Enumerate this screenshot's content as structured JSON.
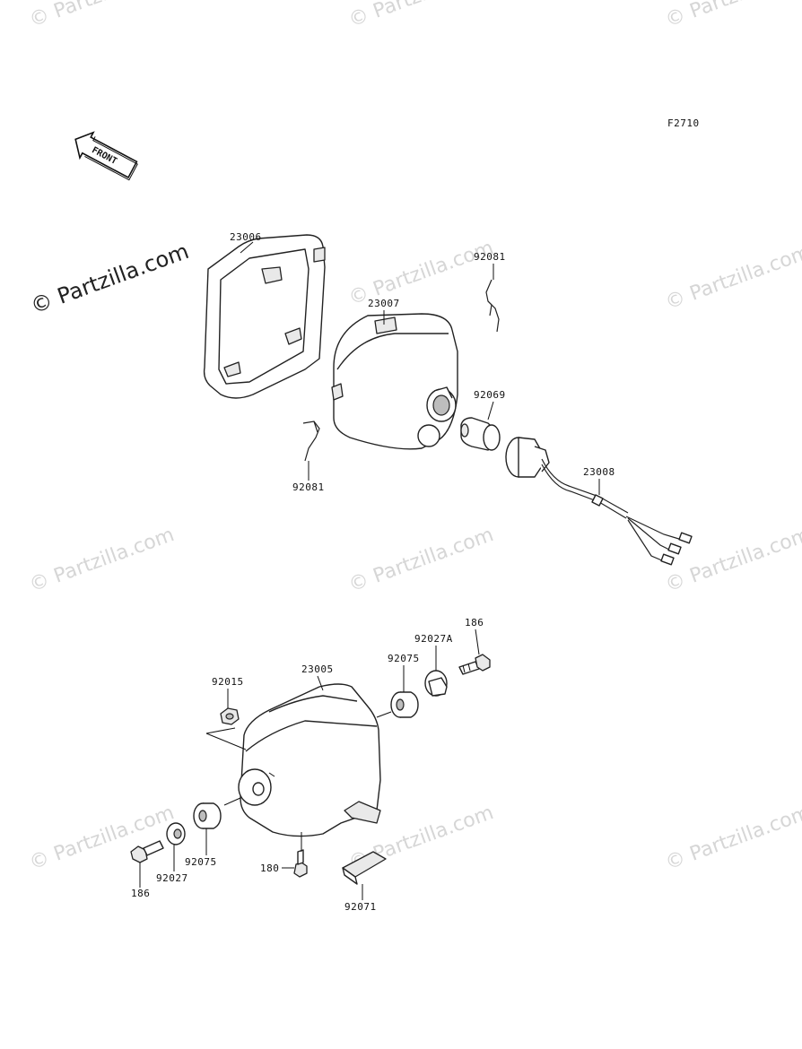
{
  "figure_code": "F2710",
  "front_label": "FRONT",
  "watermark_text": "© Partzilla.com",
  "watermark_bold": "© Partzilla.com",
  "labels": {
    "l23006": "23006",
    "l92081_top": "92081",
    "l23007": "23007",
    "l92069": "92069",
    "l92081_bottom": "92081",
    "l23008": "23008",
    "l186_top": "186",
    "l92027A": "92027A",
    "l92075_top": "92075",
    "l92015": "92015",
    "l23005": "23005",
    "l92075_bottom": "92075",
    "l92027": "92027",
    "l186_bottom": "186",
    "l180": "180",
    "l92071": "92071"
  },
  "colors": {
    "line": "#222222",
    "shade": "#e9e9e9",
    "watermark": "#d6d6d6"
  }
}
